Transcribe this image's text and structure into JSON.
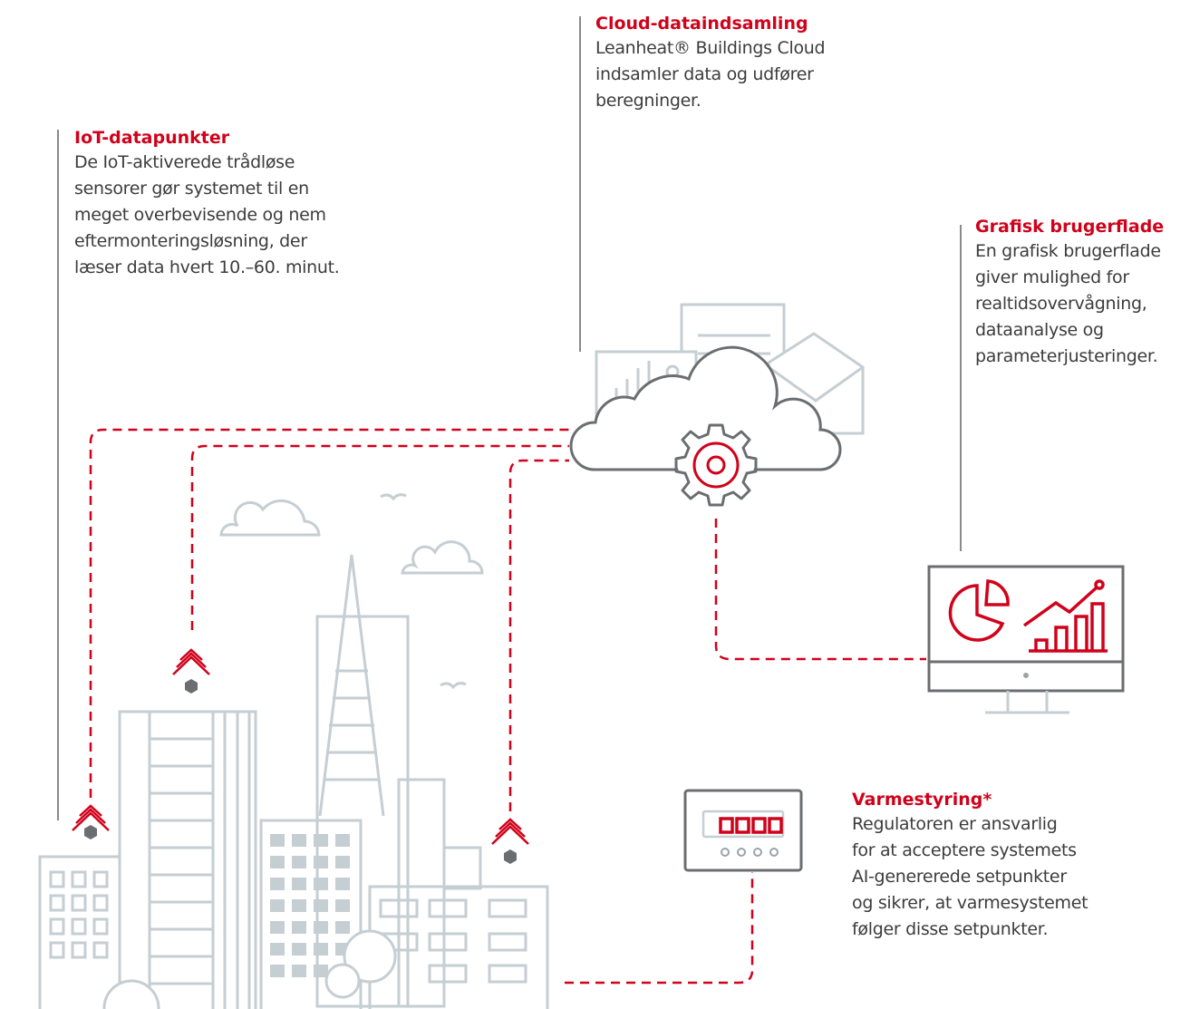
{
  "callouts": {
    "cloud": {
      "title": "Cloud-dataindsamling",
      "lines": [
        "Leanheat® Buildings Cloud",
        "indsamler data og udfører",
        "beregninger."
      ]
    },
    "iot": {
      "title": "IoT-datapunkter",
      "lines": [
        "De IoT-aktiverede trådløse",
        "sensorer gør systemet til en",
        "meget overbevisende og nem",
        "eftermonteringsløsning, der",
        "læser data hvert 10.–60. minut."
      ]
    },
    "gui": {
      "title": "Grafisk brugerflade",
      "lines": [
        "En grafisk brugerflade",
        "giver mulighed for",
        "realtidsovervågning,",
        "dataanalyse og",
        "parameterjusteringer."
      ]
    },
    "heating": {
      "title": "Varmestyring*",
      "lines": [
        "Regulatoren er ansvarlig",
        "for at acceptere systemets",
        "AI-genererede setpunkter",
        "og sikrer, at varmesystemet",
        "følger disse setpunkter."
      ]
    }
  },
  "colors": {
    "accent": "#d0021b",
    "line_gray": "#8a8a8a",
    "illustration_gray": "#c5ced3",
    "icon_dark": "#6b6e70",
    "text": "#3c3c3c"
  },
  "icons": [
    "cloud-icon",
    "gear-icon",
    "document-icon",
    "envelope-icon",
    "monitor-icon",
    "pie-chart-icon",
    "growth-chart-icon",
    "controller-icon",
    "wireless-sensor-icon",
    "bird-icon"
  ]
}
